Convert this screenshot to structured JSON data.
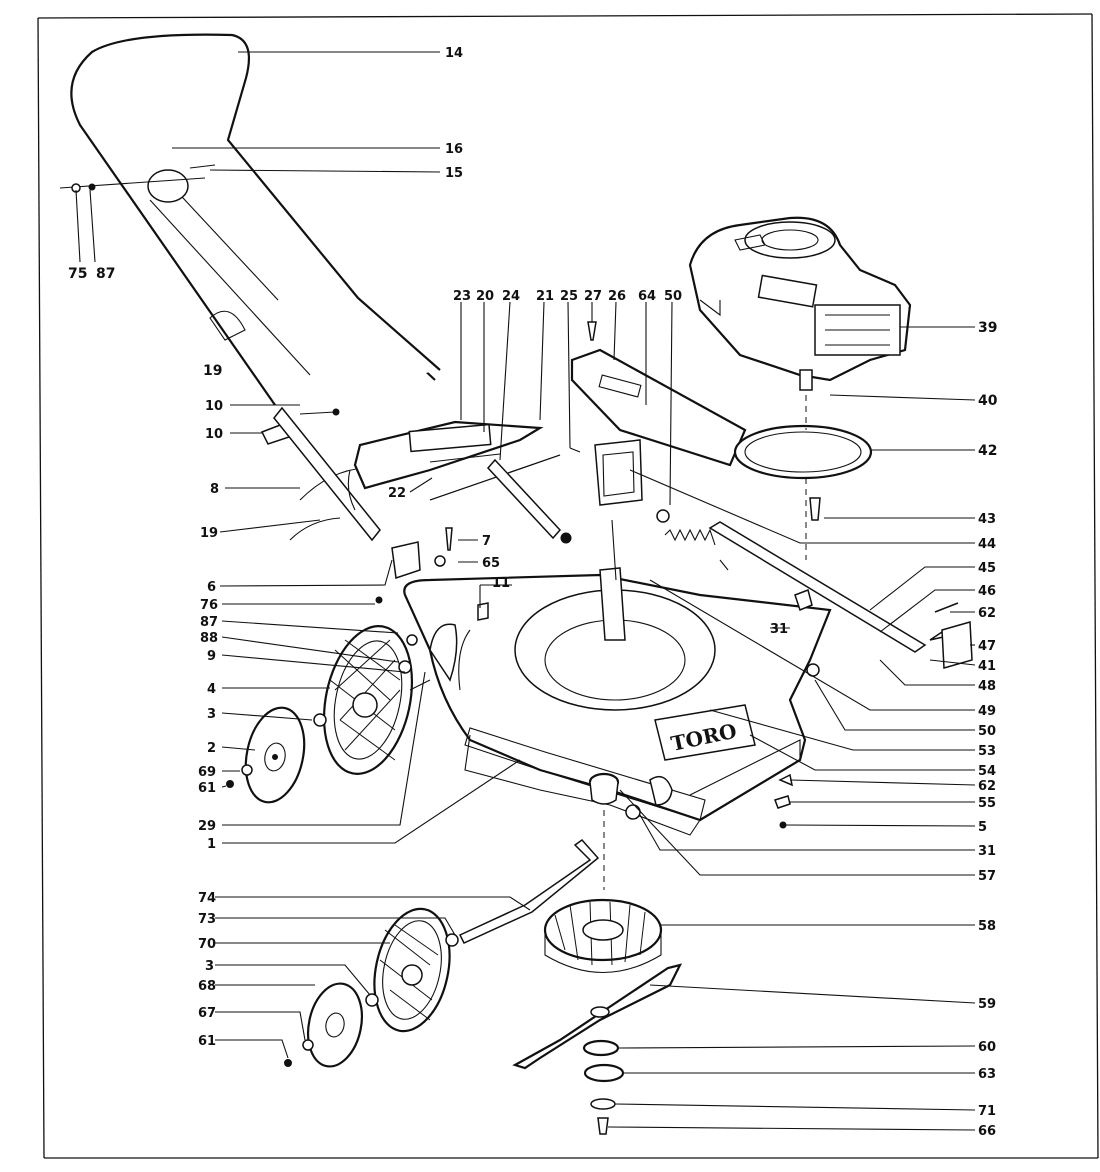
{
  "diagram": {
    "brand_decal": "TORO",
    "callouts": [
      {
        "id": "c14",
        "text": "14"
      },
      {
        "id": "c16",
        "text": "16"
      },
      {
        "id": "c15",
        "text": "15"
      },
      {
        "id": "c75",
        "text": "75"
      },
      {
        "id": "c87",
        "text": "87"
      },
      {
        "id": "c19a",
        "text": "19"
      },
      {
        "id": "c10a",
        "text": "10"
      },
      {
        "id": "c10b",
        "text": "10"
      },
      {
        "id": "c8",
        "text": "8"
      },
      {
        "id": "c19b",
        "text": "19"
      },
      {
        "id": "c6",
        "text": "6"
      },
      {
        "id": "c76",
        "text": "76"
      },
      {
        "id": "c87b",
        "text": "87"
      },
      {
        "id": "c88",
        "text": "88"
      },
      {
        "id": "c9",
        "text": "9"
      },
      {
        "id": "c4",
        "text": "4"
      },
      {
        "id": "c3a",
        "text": "3"
      },
      {
        "id": "c2",
        "text": "2"
      },
      {
        "id": "c69",
        "text": "69"
      },
      {
        "id": "c61a",
        "text": "61"
      },
      {
        "id": "c29",
        "text": "29"
      },
      {
        "id": "c1",
        "text": "1"
      },
      {
        "id": "c74",
        "text": "74"
      },
      {
        "id": "c73",
        "text": "73"
      },
      {
        "id": "c70",
        "text": "70"
      },
      {
        "id": "c3b",
        "text": "3"
      },
      {
        "id": "c68",
        "text": "68"
      },
      {
        "id": "c67",
        "text": "67"
      },
      {
        "id": "c61b",
        "text": "61"
      },
      {
        "id": "c23",
        "text": "23"
      },
      {
        "id": "c20",
        "text": "20"
      },
      {
        "id": "c24",
        "text": "24"
      },
      {
        "id": "c21",
        "text": "21"
      },
      {
        "id": "c25",
        "text": "25"
      },
      {
        "id": "c27",
        "text": "27"
      },
      {
        "id": "c26",
        "text": "26"
      },
      {
        "id": "c64a",
        "text": "64"
      },
      {
        "id": "c50a",
        "text": "50"
      },
      {
        "id": "c22",
        "text": "22"
      },
      {
        "id": "c7",
        "text": "7"
      },
      {
        "id": "c65",
        "text": "65"
      },
      {
        "id": "c11",
        "text": "11"
      },
      {
        "id": "c31a",
        "text": "31"
      },
      {
        "id": "c39",
        "text": "39"
      },
      {
        "id": "c40",
        "text": "40"
      },
      {
        "id": "c42",
        "text": "42"
      },
      {
        "id": "c43",
        "text": "43"
      },
      {
        "id": "c44",
        "text": "44"
      },
      {
        "id": "c45",
        "text": "45"
      },
      {
        "id": "c46",
        "text": "46"
      },
      {
        "id": "c62a",
        "text": "62"
      },
      {
        "id": "c47",
        "text": "47"
      },
      {
        "id": "c41",
        "text": "41"
      },
      {
        "id": "c48",
        "text": "48"
      },
      {
        "id": "c49",
        "text": "49"
      },
      {
        "id": "c50b",
        "text": "50"
      },
      {
        "id": "c53",
        "text": "53"
      },
      {
        "id": "c54",
        "text": "54"
      },
      {
        "id": "c62b",
        "text": "62"
      },
      {
        "id": "c55",
        "text": "55"
      },
      {
        "id": "c5",
        "text": "5"
      },
      {
        "id": "c31b",
        "text": "31"
      },
      {
        "id": "c57",
        "text": "57"
      },
      {
        "id": "c58",
        "text": "58"
      },
      {
        "id": "c59",
        "text": "59"
      },
      {
        "id": "c60",
        "text": "60"
      },
      {
        "id": "c63",
        "text": "63"
      },
      {
        "id": "c71",
        "text": "71"
      },
      {
        "id": "c66",
        "text": "66"
      }
    ]
  }
}
